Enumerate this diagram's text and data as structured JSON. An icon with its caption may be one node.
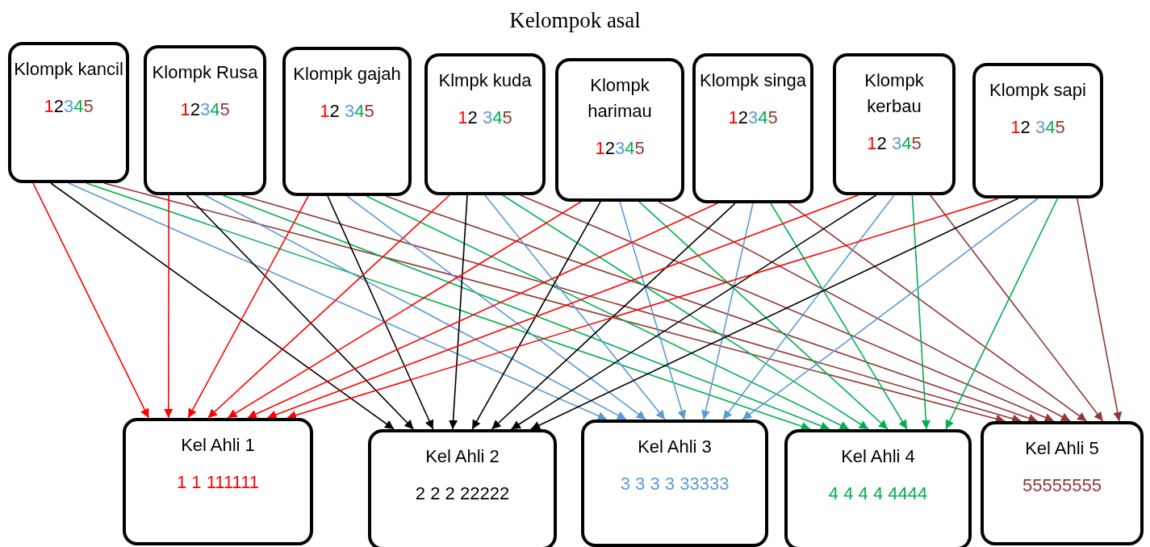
{
  "diagram": {
    "title": "Kelompok asal",
    "nodes": [
      {
        "text": [
          "Klompk kancil",
          "12345"
        ]
      },
      {
        "text": [
          "Klompk Rusa",
          "12345"
        ]
      },
      {
        "text": [
          "Klompk gajah",
          "12 345"
        ]
      },
      {
        "text": [
          "Klmpk kuda",
          "12 345"
        ]
      },
      {
        "text": [
          "Klompk harimau",
          "12345"
        ]
      },
      {
        "text": [
          "Klompk singa",
          "12345"
        ]
      },
      {
        "text": [
          "Klompk kerbau",
          "12 345"
        ]
      },
      {
        "text": [
          "Klompk sapi",
          "12 345"
        ]
      },
      {
        "text": [
          "Kel Ahli 1",
          "1 1 111111"
        ]
      },
      {
        "text": [
          "Kel Ahli 2",
          "2 2 2 22222"
        ]
      },
      {
        "text": [
          "Kel Ahli 3",
          "3 3 3 3 33333"
        ]
      },
      {
        "text": [
          "Kel Ahli 4",
          "4 4 4 4 4444"
        ]
      },
      {
        "text": [
          "Kel Ahli 5",
          "55555555"
        ]
      }
    ],
    "edges": [
      {
        "from": 0,
        "to": 8,
        "arrow": "to",
        "color": "#ff0000"
      },
      {
        "from": 0,
        "to": 9,
        "arrow": "to",
        "color": "#000000"
      },
      {
        "from": 0,
        "to": 10,
        "arrow": "to",
        "color": "#5b9bd5"
      },
      {
        "from": 0,
        "to": 11,
        "arrow": "to",
        "color": "#00b050"
      },
      {
        "from": 0,
        "to": 12,
        "arrow": "to",
        "color": "#943634"
      },
      {
        "from": 1,
        "to": 8,
        "arrow": "to",
        "color": "#ff0000"
      },
      {
        "from": 1,
        "to": 9,
        "arrow": "to",
        "color": "#000000"
      },
      {
        "from": 1,
        "to": 10,
        "arrow": "to",
        "color": "#5b9bd5"
      },
      {
        "from": 1,
        "to": 11,
        "arrow": "to",
        "color": "#00b050"
      },
      {
        "from": 1,
        "to": 12,
        "arrow": "to",
        "color": "#943634"
      },
      {
        "from": 2,
        "to": 8,
        "arrow": "to",
        "color": "#ff0000"
      },
      {
        "from": 2,
        "to": 9,
        "arrow": "to",
        "color": "#000000"
      },
      {
        "from": 2,
        "to": 10,
        "arrow": "to",
        "color": "#5b9bd5"
      },
      {
        "from": 2,
        "to": 11,
        "arrow": "to",
        "color": "#00b050"
      },
      {
        "from": 2,
        "to": 12,
        "arrow": "to",
        "color": "#943634"
      },
      {
        "from": 3,
        "to": 8,
        "arrow": "to",
        "color": "#ff0000"
      },
      {
        "from": 3,
        "to": 9,
        "arrow": "to",
        "color": "#000000"
      },
      {
        "from": 3,
        "to": 10,
        "arrow": "to",
        "color": "#5b9bd5"
      },
      {
        "from": 3,
        "to": 11,
        "arrow": "to",
        "color": "#00b050"
      },
      {
        "from": 3,
        "to": 12,
        "arrow": "to",
        "color": "#943634"
      },
      {
        "from": 4,
        "to": 8,
        "arrow": "to",
        "color": "#ff0000"
      },
      {
        "from": 4,
        "to": 9,
        "arrow": "to",
        "color": "#000000"
      },
      {
        "from": 4,
        "to": 10,
        "arrow": "to",
        "color": "#5b9bd5"
      },
      {
        "from": 4,
        "to": 11,
        "arrow": "to",
        "color": "#00b050"
      },
      {
        "from": 4,
        "to": 12,
        "arrow": "to",
        "color": "#943634"
      },
      {
        "from": 5,
        "to": 8,
        "arrow": "to",
        "color": "#ff0000"
      },
      {
        "from": 5,
        "to": 9,
        "arrow": "to",
        "color": "#000000"
      },
      {
        "from": 5,
        "to": 10,
        "arrow": "to",
        "color": "#5b9bd5"
      },
      {
        "from": 5,
        "to": 11,
        "arrow": "to",
        "color": "#00b050"
      },
      {
        "from": 5,
        "to": 12,
        "arrow": "to",
        "color": "#943634"
      },
      {
        "from": 6,
        "to": 8,
        "arrow": "to",
        "color": "#ff0000"
      },
      {
        "from": 6,
        "to": 9,
        "arrow": "to",
        "color": "#000000"
      },
      {
        "from": 6,
        "to": 10,
        "arrow": "to",
        "color": "#5b9bd5"
      },
      {
        "from": 6,
        "to": 11,
        "arrow": "to",
        "color": "#00b050"
      },
      {
        "from": 6,
        "to": 12,
        "arrow": "to",
        "color": "#943634"
      },
      {
        "from": 7,
        "to": 8,
        "arrow": "to",
        "color": "#ff0000"
      },
      {
        "from": 7,
        "to": 9,
        "arrow": "to",
        "color": "#000000"
      },
      {
        "from": 7,
        "to": 10,
        "arrow": "to",
        "color": "#5b9bd5"
      },
      {
        "from": 7,
        "to": 11,
        "arrow": "to",
        "color": "#00b050"
      },
      {
        "from": 7,
        "to": 12,
        "arrow": "to",
        "color": "#943634"
      }
    ]
  }
}
